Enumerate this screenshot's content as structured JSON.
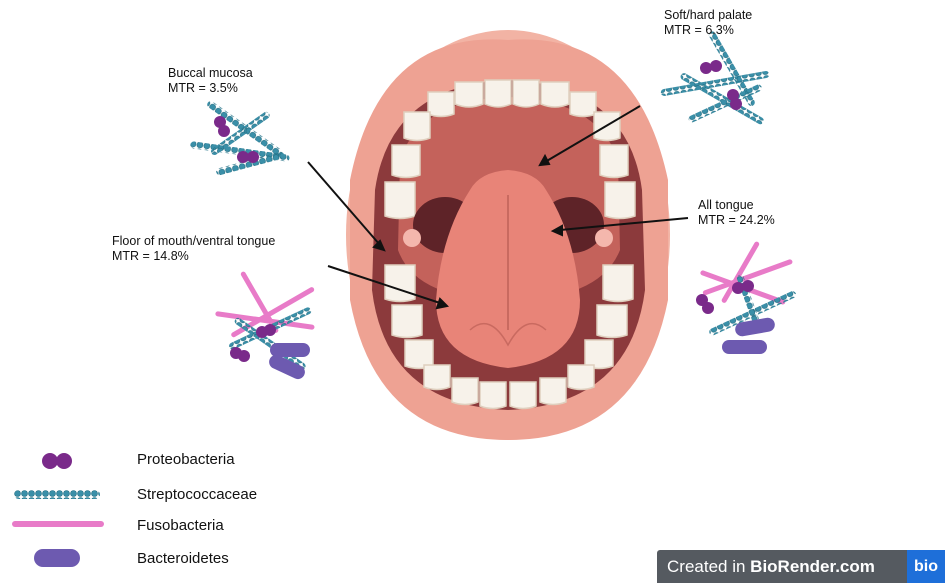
{
  "labels": {
    "buccal": {
      "name": "Buccal mucosa",
      "value": "MTR = 3.5%"
    },
    "palate": {
      "name": "Soft/hard palate",
      "value": "MTR = 6.3%"
    },
    "tongue": {
      "name": "All tongue",
      "value": "MTR = 24.2%"
    },
    "floor": {
      "name": "Floor of mouth/ventral tongue",
      "value": "MTR = 14.8%"
    }
  },
  "legend": [
    {
      "label": "Proteobacteria",
      "icon": "proteobacteria-icon",
      "color": "#7a2a8a"
    },
    {
      "label": "Streptococcaceae",
      "icon": "streptococcaceae-icon",
      "color": "#3a8fa8"
    },
    {
      "label": "Fusobacteria",
      "icon": "fusobacteria-icon",
      "color": "#e87bc8"
    },
    {
      "label": "Bacteroidetes",
      "icon": "bacteroidetes-icon",
      "color": "#6d5ab0"
    }
  ],
  "badge": {
    "prefix": "Created in ",
    "brand": "BioRender.com",
    "logo": "bio"
  },
  "colors": {
    "lip": "#eea293",
    "mouth_inside": "#b85852",
    "tongue": "#e88478",
    "teeth": "#f7f2ea"
  }
}
